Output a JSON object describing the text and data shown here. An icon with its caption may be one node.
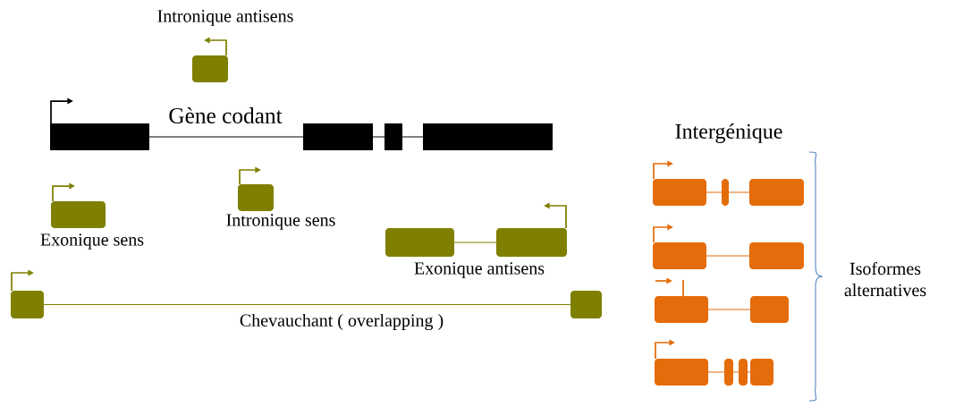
{
  "diagram": {
    "labels": [
      "Intronique antisens",
      "Gène codant",
      "Intergénique",
      "Intronique sens",
      "Exonique sens",
      "Exonique antisens",
      "Isoformes alternatives",
      "Chevauchant ( overlapping )"
    ]
  }
}
